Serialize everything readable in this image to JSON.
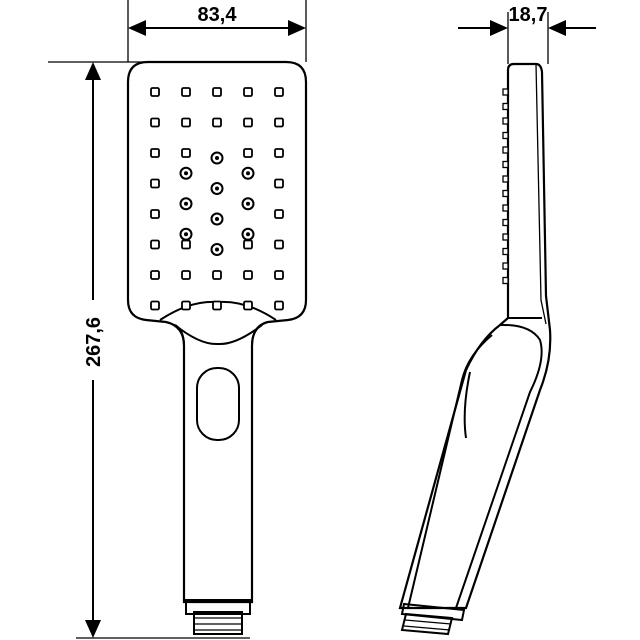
{
  "drawing": {
    "dimensions": {
      "width_label": "83,4",
      "depth_label": "18,7",
      "height_label": "267,6"
    },
    "nozzles": {
      "grid_cols": 5,
      "grid_rows": 8,
      "round_positions": [
        [
          2,
          2
        ],
        [
          1,
          2.5
        ],
        [
          3,
          2.5
        ],
        [
          2,
          3
        ],
        [
          1,
          3.5
        ],
        [
          3,
          3.5
        ],
        [
          2,
          4
        ],
        [
          1,
          4.5
        ],
        [
          3,
          4.5
        ],
        [
          2,
          5
        ]
      ]
    },
    "colors": {
      "line": "#000000",
      "background": "#ffffff"
    }
  }
}
